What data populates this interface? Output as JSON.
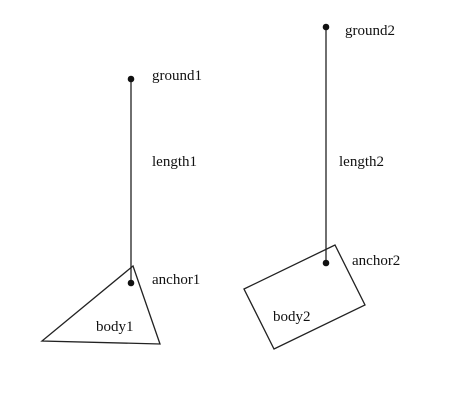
{
  "labels": {
    "ground1": "ground1",
    "length1": "length1",
    "anchor1": "anchor1",
    "body1": "body1",
    "ground2": "ground2",
    "length2": "length2",
    "anchor2": "anchor2",
    "body2": "body2"
  },
  "colors": {
    "stroke": "#222222",
    "text": "#111111",
    "background": "#ffffff"
  }
}
